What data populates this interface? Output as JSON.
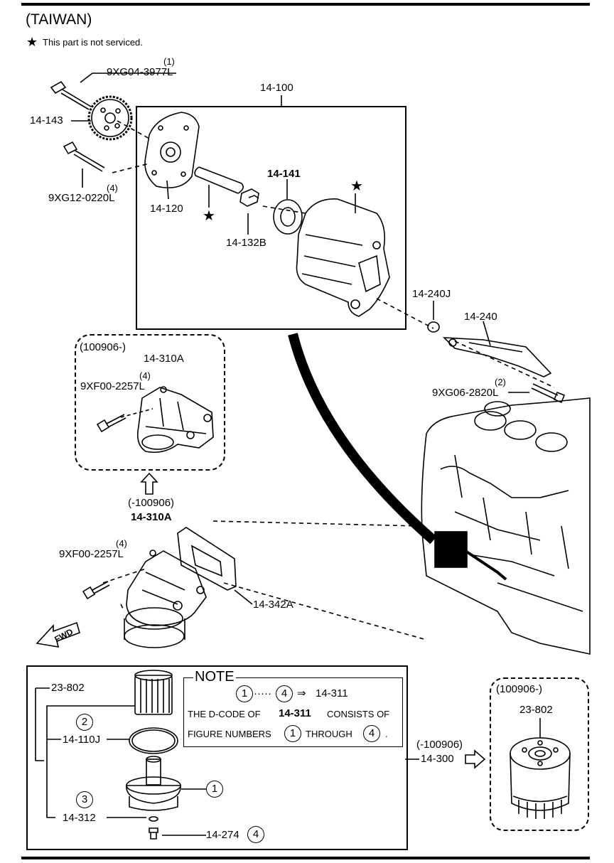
{
  "header": {
    "region": "(TAIWAN)",
    "note_star": "★",
    "note_text": "This part is not serviced."
  },
  "labels": {
    "p9xg04_qty": "(1)",
    "p9xg04": "9XG04-3977L",
    "p14_143": "14-143",
    "p9xg12_qty": "(4)",
    "p9xg12": "9XG12-0220L",
    "p14_100": "14-100",
    "p14_120": "14-120",
    "p14_141": "14-141",
    "p14_132b": "14-132B",
    "p14_240j": "14-240J",
    "p14_240": "14-240",
    "p9xg06_qty": "(2)",
    "p9xg06": "9XG06-2820L",
    "inset1_date": "(100906-)",
    "inset1_part": "14-310A",
    "inset1_bolt_qty": "(4)",
    "inset1_bolt": "9XF00-2257L",
    "lower_date": "(-100906)",
    "lower_part": "14-310A",
    "lower_bolt_qty": "(4)",
    "lower_bolt": "9XF00-2257L",
    "p14_342a": "14-342A",
    "fwd": "FWD",
    "p23_802": "23-802",
    "p14_110j": "14-110J",
    "p14_312": "14-312",
    "p14_274": "14-274",
    "p14_300_date": "(-100906)",
    "p14_300": "14-300",
    "inset2_date": "(100906-)",
    "inset2_part": "23-802"
  },
  "circles": {
    "c1": "1",
    "c2": "2",
    "c3": "3",
    "c4": "4"
  },
  "note": {
    "title": "NOTE",
    "range_from": "1",
    "range_dots": "·····",
    "range_to": "4",
    "arrow": "⇒",
    "target": "14-311",
    "line2_a": "THE D-CODE OF",
    "line2_b": "14-311",
    "line2_c": "CONSISTS OF",
    "line3_a": "FIGURE NUMBERS",
    "line3_n1": "1",
    "line3_b": "THROUGH",
    "line3_n4": "4",
    "line3_end": "."
  }
}
